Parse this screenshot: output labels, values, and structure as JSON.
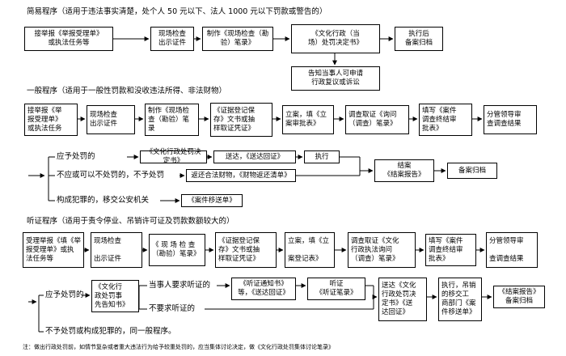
{
  "s1": {
    "title": "简易程序（适用于违法事实清楚，处个人 50 元以下、法人 1000 元以下罚款或警告的）",
    "b1": "接举报《举报受理单》\n或执法任务等",
    "b2": "现场检查\n出示证件",
    "b3": "制作《现场检查（勘\n验）笔录》",
    "b4": "《文化行政（当\n场）处罚决定书》",
    "b5": "执行后\n备案归档",
    "b6": "告知当事人可申请\n行政复议或诉讼"
  },
  "s2": {
    "title": "一般程序（适用于一般性罚款和没收违法所得、非法财物）",
    "b1": "接举报《举\n报受理单》\n或执法任务",
    "b2": "现场检查\n出示证件",
    "b3": "制作《现场检\n查（勘验）笔\n录",
    "b4": "《证据登记保\n存》文书或抽\n样取证凭证》",
    "b5": "立案，填《立\n案审批表》",
    "b6": "调查取证《询问\n（调查）笔录》",
    "b7": "填写《案件\n调查终结审\n批表》",
    "b8": "分管领导审\n查调查结果",
    "t1": "应予处罚的",
    "t2": "不应或可以不处罚的，不予处罚",
    "t3": "构成犯罪的，移交公安机关",
    "b9": "《文化行政处罚决定书》",
    "b10": "送达，《送达回证》",
    "b11": "执行",
    "b12": "返还合法财物，《财物返还清单》",
    "b13": "《案件移送单》",
    "b14": "结案\n《结案报告》",
    "b15": "备案归档"
  },
  "s3": {
    "title": "听证程序（适用于责令停业、吊销许可证及罚款数额较大的）",
    "b1": "受理举报《填《举\n报受理单》或执\n法任务等",
    "b2": "现场检查\n\n出示证件",
    "b3": "《 现 场 检 查\n（勘验）笔录》",
    "b4": "《证据登记保\n存》文书或抽\n样取证凭证》",
    "b5": "立案，填《立\n\n案登记表》",
    "b6": "调查取证《文化\n行政执法询问\n（调查）笔录》",
    "b7": "填写《案件\n调查终结审\n批表》",
    "b8": "分管领导审\n\n查调查结果",
    "t1": "应予处罚的",
    "b9": "《文化行\n政处罚事\n先告知书》",
    "t2": "当事人要求听证的",
    "t3": "不要求听证的",
    "b10": "《听证通知书》\n等，《送达回证》",
    "b11": "听证\n《听证笔录》",
    "b12": "送达《文化\n行政处罚决\n定书》《送\n达回证》",
    "b13": "执行，吊销\n的移交工\n商部门《案\n件移送单》",
    "b14": "《结案报告》\n备案归档",
    "t4": "不予处罚或构成犯罪的，同一般程序。"
  },
  "note": "注：做出行政处罚前，如情节复杂或者重大违法行为给予较重处罚的，应当集体讨论决定，做《文化行政处罚集体讨论笔录》"
}
